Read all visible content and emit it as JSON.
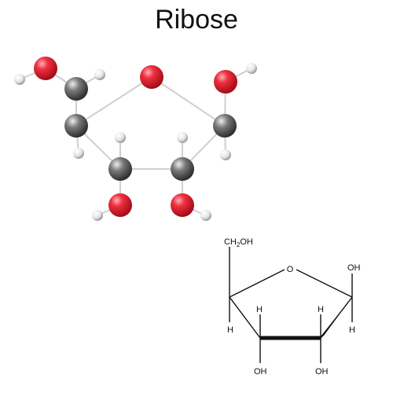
{
  "title": "Ribose",
  "structure_labels": {
    "ch2oh": "CH2OH",
    "ch2": "CH",
    "ch2_sub": "2",
    "ch2_oh": "OH",
    "ring_o": "O",
    "oh_right": "OH",
    "h_left": "H",
    "h_right": "H",
    "h_mid_left": "H",
    "h_mid_right": "H",
    "oh_bottom_left": "OH",
    "oh_bottom_right": "OH"
  },
  "colors": {
    "oxygen": "#e8182b",
    "carbon": "#555555",
    "hydrogen": "#f2f2f2",
    "bond": "#c8c8c8"
  }
}
